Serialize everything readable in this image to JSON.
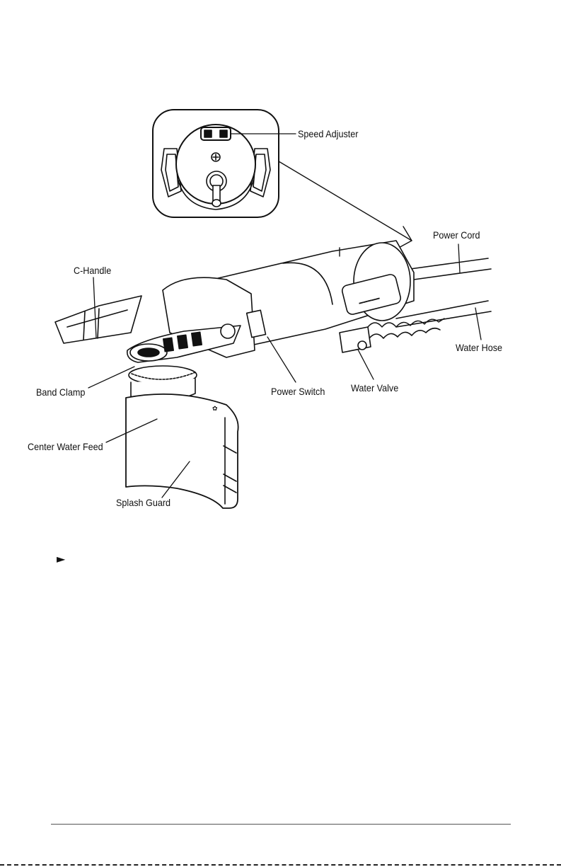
{
  "labels": {
    "speed_adjuster": "Speed Adjuster",
    "power_cord": "Power Cord",
    "c_handle": "C-Handle",
    "water_hose": "Water Hose",
    "band_clamp": "Band Clamp",
    "power_switch": "Power Switch",
    "water_valve": "Water Valve",
    "center_water_feed": "Center Water Feed",
    "splash_guard": "Splash Guard"
  },
  "bullet_glyph": "►"
}
